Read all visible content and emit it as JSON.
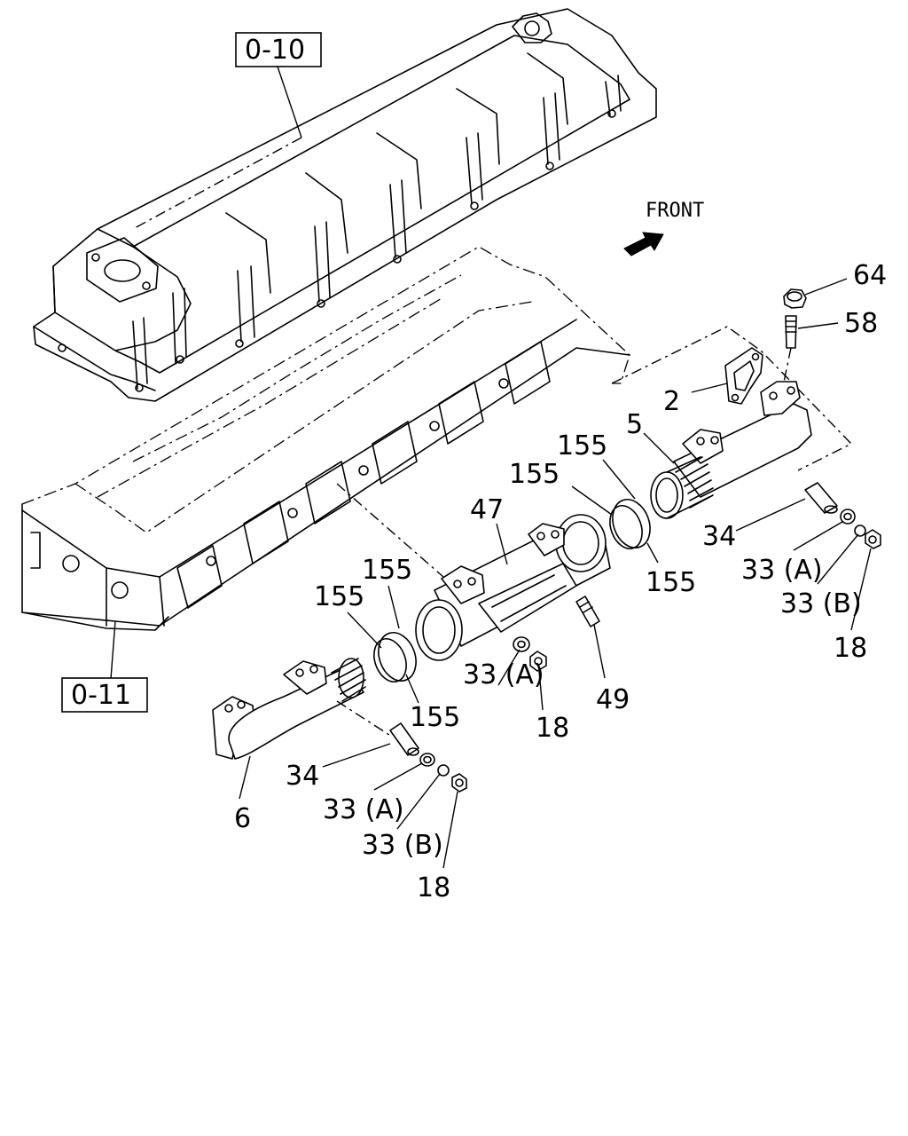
{
  "front_label": "FRONT",
  "ref_boxes": {
    "upper": "0-10",
    "lower": "0-11"
  },
  "callouts": {
    "c64": "64",
    "c58": "58",
    "c2": "2",
    "c5": "5",
    "c155a": "155",
    "c155b": "155",
    "c155c": "155",
    "c155d": "155",
    "c155e": "155",
    "c155f": "155",
    "c47": "47",
    "c34a": "34",
    "c33a1": "33 (A)",
    "c33b1": "33 (B)",
    "c18a": "18",
    "c33a2": "33 (A)",
    "c18b": "18",
    "c49": "49",
    "c34b": "34",
    "c33a3": "33 (A)",
    "c33b2": "33 (B)",
    "c18c": "18",
    "c6": "6"
  }
}
